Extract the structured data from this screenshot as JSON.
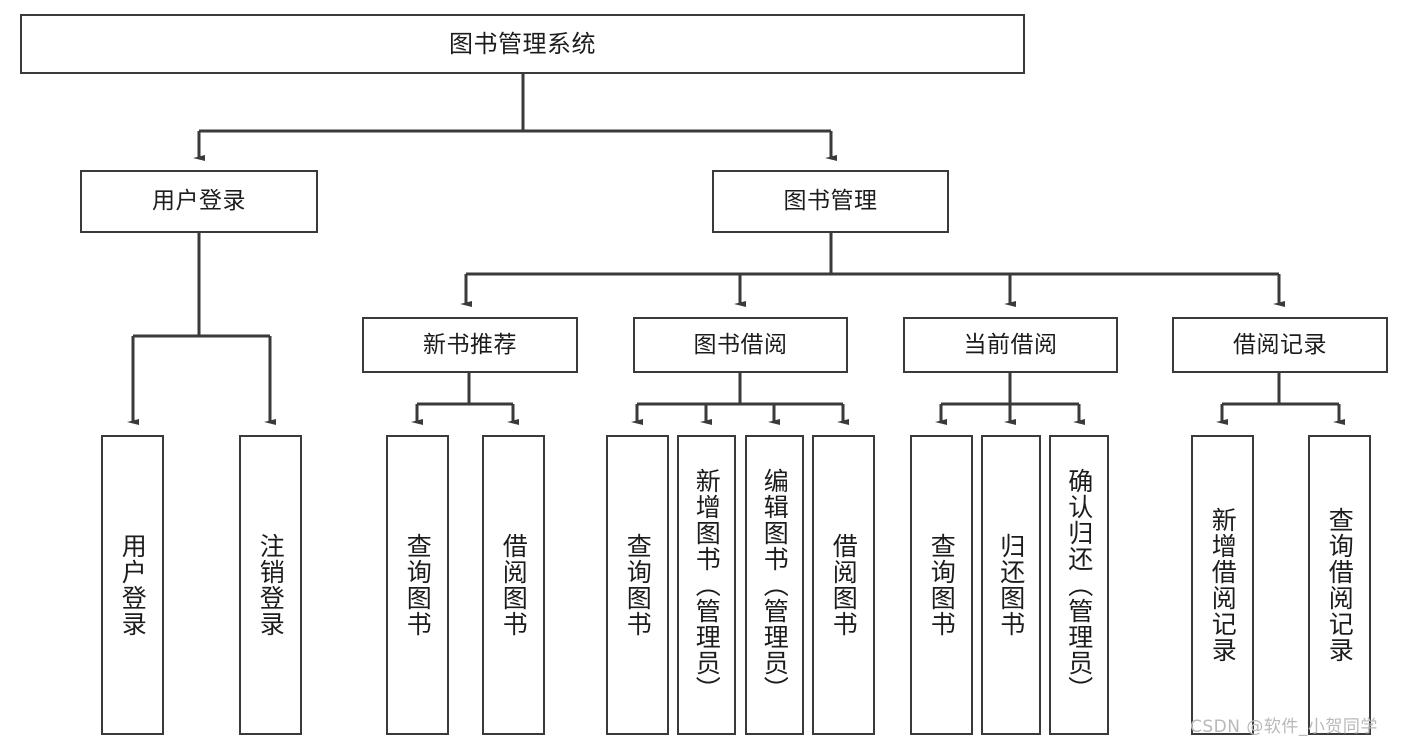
{
  "diagram": {
    "type": "tree",
    "title": "图书管理系统",
    "watermark": "CSDN @软件_小贺同学",
    "colors": {
      "box_border": "#3a3a3a",
      "box_fill": "#ffffff",
      "line": "#3a3a3a",
      "text": "#1c1c1c",
      "watermark": "#b9b9b9",
      "background": "#ffffff"
    },
    "levels": {
      "root": {
        "label": "图书管理系统"
      },
      "level2": [
        {
          "label": "用户登录"
        },
        {
          "label": "图书管理"
        }
      ],
      "level3": [
        {
          "label": "新书推荐"
        },
        {
          "label": "图书借阅"
        },
        {
          "label": "当前借阅"
        },
        {
          "label": "借阅记录"
        }
      ],
      "leaves": {
        "user_login": [
          {
            "label": "用户登录"
          },
          {
            "label": "注销登录"
          }
        ],
        "new_book_recommend": [
          {
            "label": "查询图书"
          },
          {
            "label": "借阅图书"
          }
        ],
        "book_borrow": [
          {
            "label": "查询图书"
          },
          {
            "label": "新增图书（管理员）"
          },
          {
            "label": "编辑图书（管理员）"
          },
          {
            "label": "借阅图书"
          }
        ],
        "current_borrow": [
          {
            "label": "查询图书"
          },
          {
            "label": "归还图书"
          },
          {
            "label": "确认归还（管理员）"
          }
        ],
        "borrow_record": [
          {
            "label": "新增借阅记录"
          },
          {
            "label": "查询借阅记录"
          }
        ]
      }
    }
  }
}
